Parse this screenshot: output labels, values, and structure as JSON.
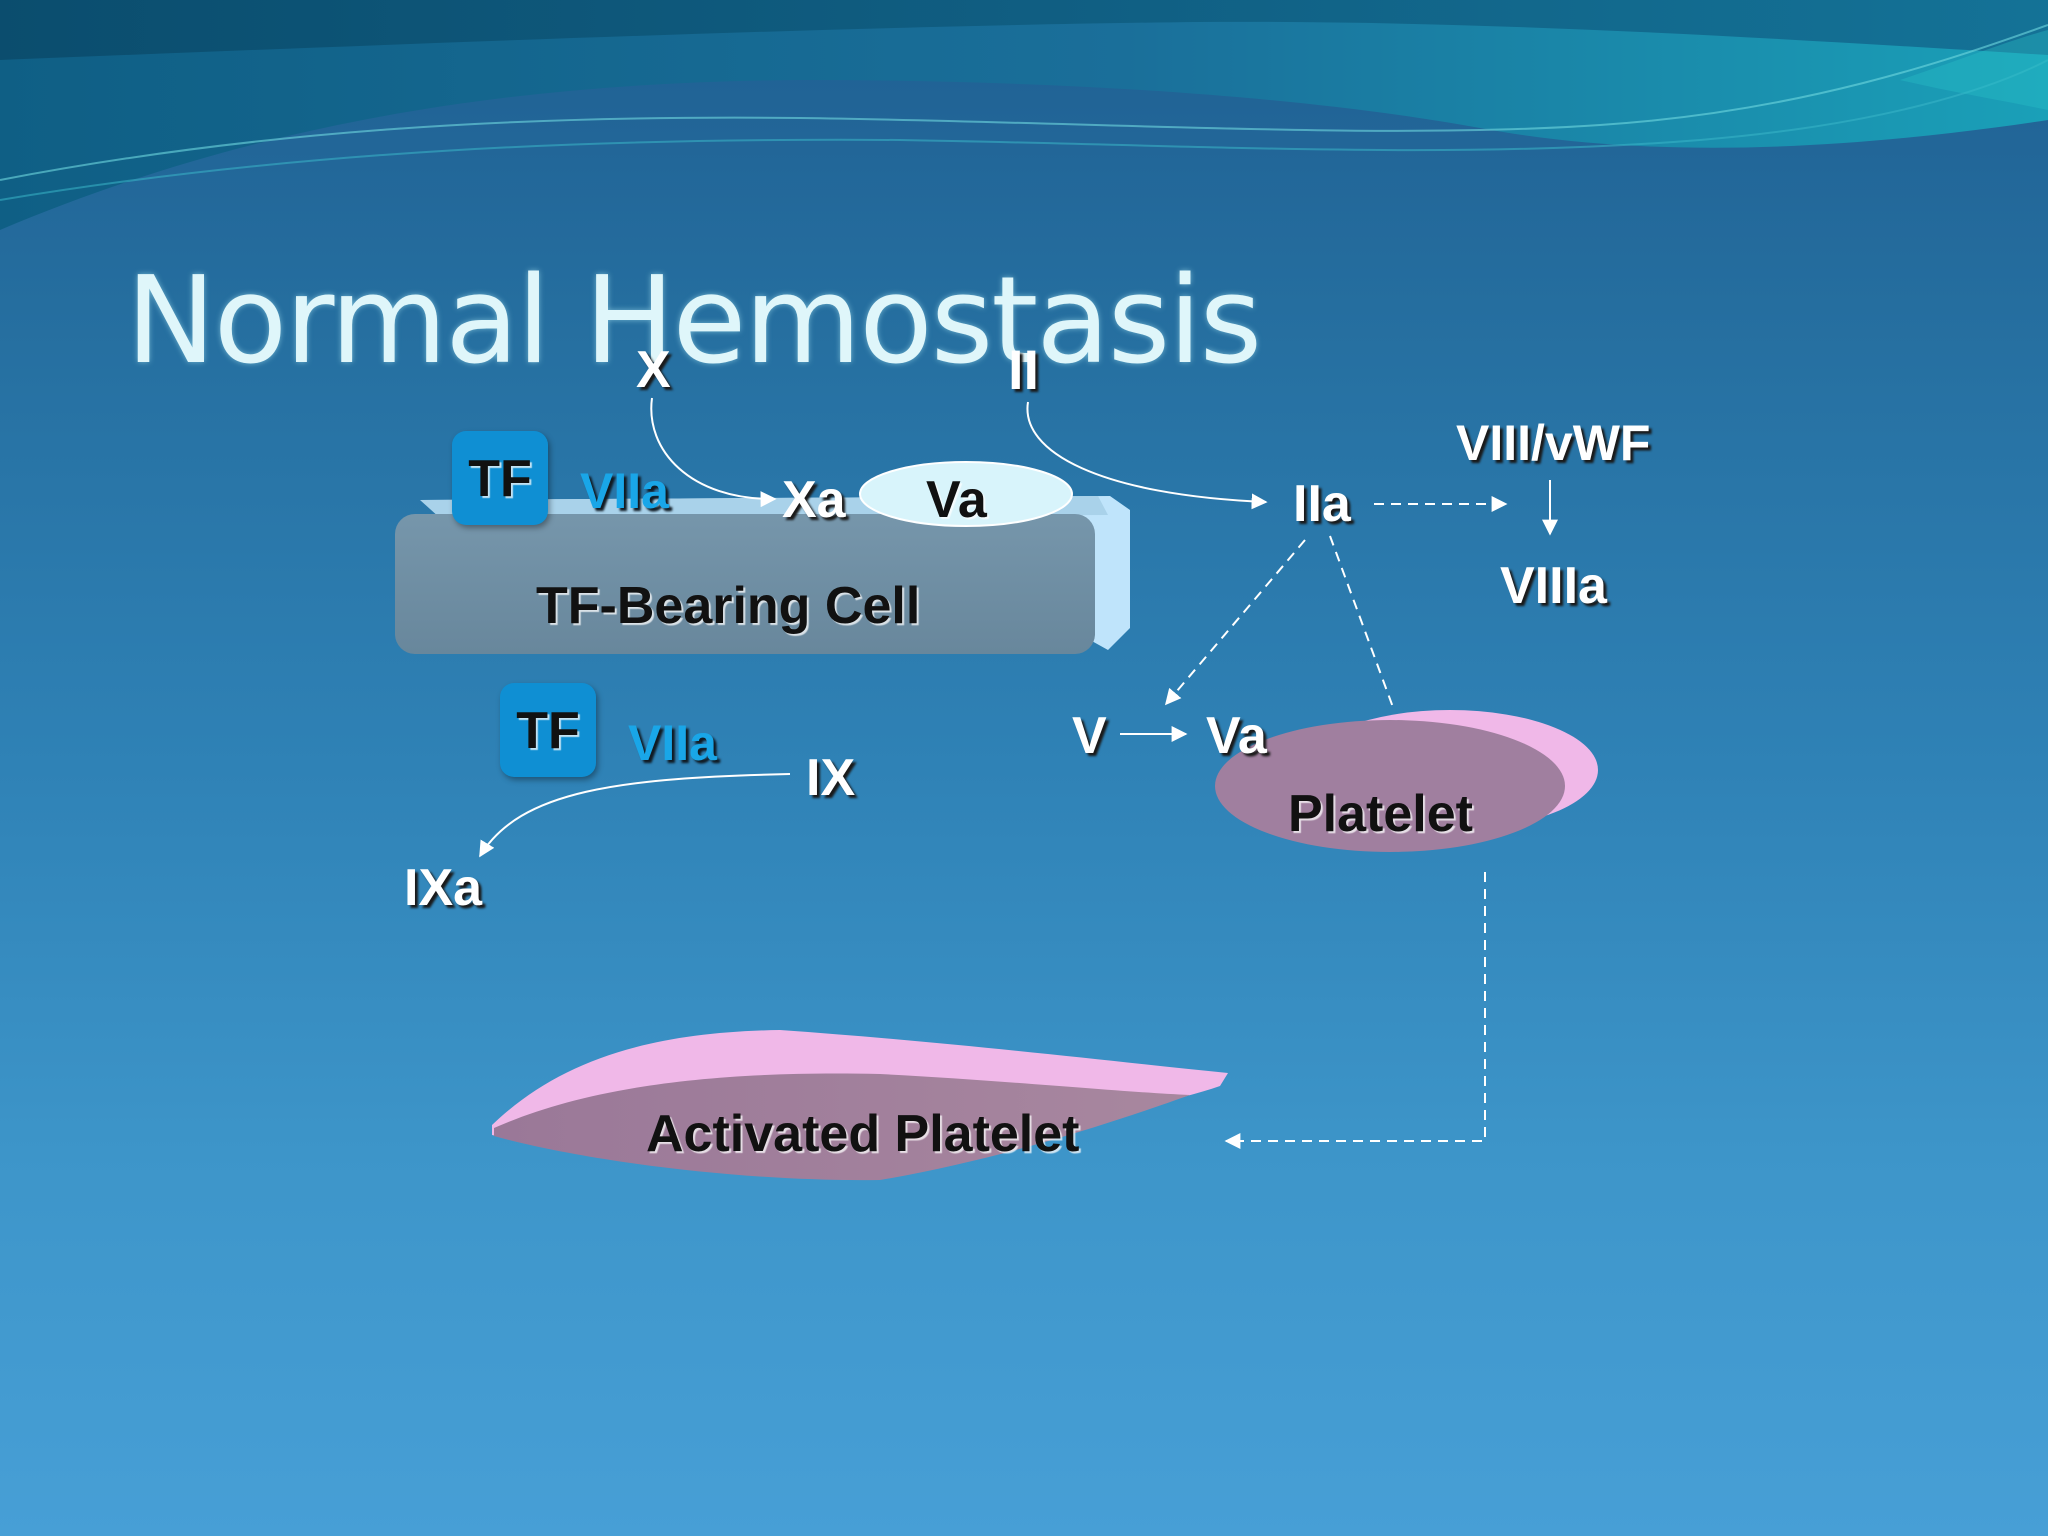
{
  "slide": {
    "title": "Normal Hemostasis"
  },
  "labels": {
    "x": "X",
    "ii": "II",
    "tf_top": "TF",
    "viia_top": "VIIa",
    "xa": "Xa",
    "va_oval": "Va",
    "iia": "IIa",
    "viii_vwf": "VIII/vWF",
    "viiia": "VIIIa",
    "tf_bearing_cell": "TF-Bearing Cell",
    "tf_bottom": "TF",
    "viia_bottom": "VIIa",
    "ix": "IX",
    "ixa": "IXa",
    "v": "V",
    "va_platelet": "Va",
    "platelet": "Platelet",
    "activated_platelet": "Activated Platelet"
  },
  "colors": {
    "tf_box": "#0f8fd3",
    "viia_text": "#19a6e8",
    "cell_face": "#6d8fa5",
    "cell_side": "#bfe4fb",
    "va_oval": "#d8f4fb",
    "platelet": "#a07f9f",
    "platelet_rim": "#f0b8e8"
  }
}
